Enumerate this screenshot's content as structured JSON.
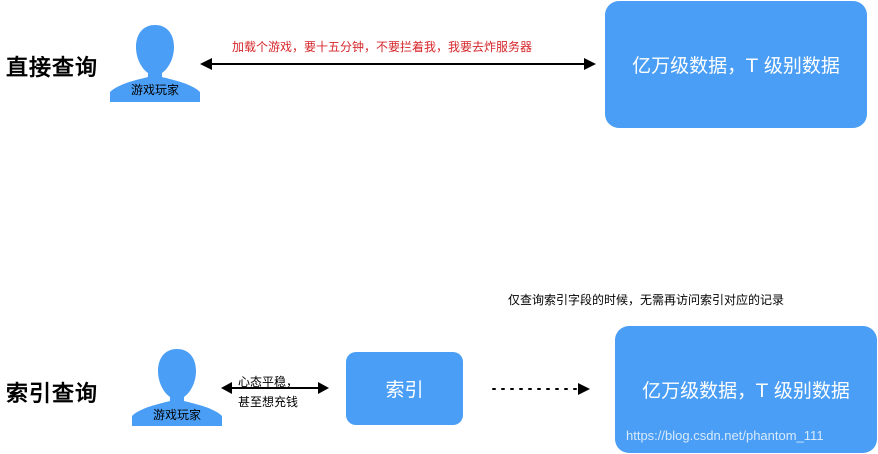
{
  "row1": {
    "title": "直接查询",
    "player_label": "游戏玩家",
    "arrow_caption": "加载个游戏，要十五分钟，不要拦着我，我要去炸服务器",
    "data_box": "亿万级数据，T 级别数据"
  },
  "row2": {
    "title": "索引查询",
    "player_label": "游戏玩家",
    "arrow_caption_line1": "心态平稳，",
    "arrow_caption_line2": "甚至想充钱",
    "index_box": "索引",
    "note": "仅查询索引字段的时候，无需再访问索引对应的记录",
    "data_box": "亿万级数据，T 级别数据"
  },
  "watermark": "https://blog.csdn.net/phantom_111",
  "colors": {
    "box_blue": "#4A9EF5",
    "caption_red": "#D6262A"
  }
}
